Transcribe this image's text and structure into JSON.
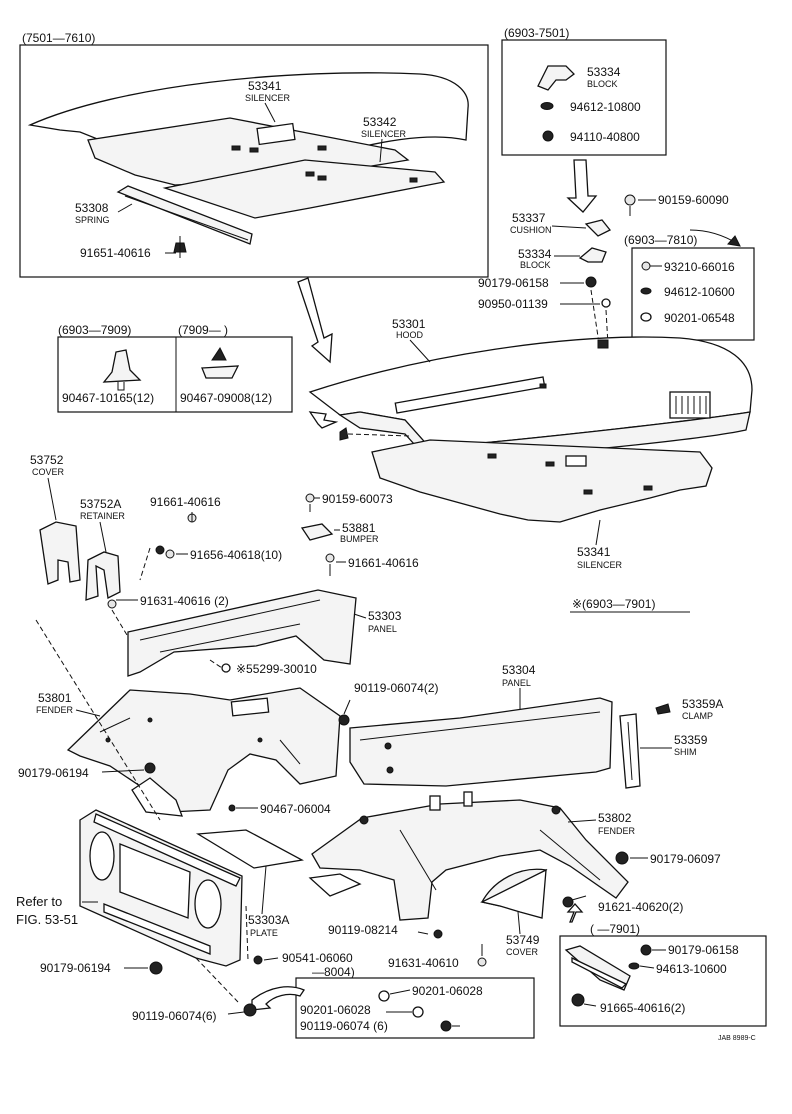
{
  "labels": {
    "range_7501_7610": "(7501—7610)",
    "range_6903_7501": "(6903-7501)",
    "range_6903_7810": "(6903—7810)",
    "range_6903_7909": "(6903—7909)",
    "range_7909": "(7909—       )",
    "range_6903_7901_star": "※(6903—7901)",
    "range_7901": "(        —7901)",
    "range_8004": "—8004)",
    "p53341_top": "53341",
    "p53341_top_sub": "SILENCER",
    "p53342": "53342",
    "p53342_sub": "SILENCER",
    "p53308": "53308",
    "p53308_sub": "SPRING",
    "p91651": "91651-40616",
    "p53334_box": "53334",
    "p53334_box_sub": "BLOCK",
    "p94612_10800": "94612-10800",
    "p94110": "94110-40800",
    "p90159_60090": "90159-60090",
    "p53337": "53337",
    "p53337_sub": "CUSHION",
    "p53334": "53334",
    "p53334_sub": "BLOCK",
    "p93210": "93210-66016",
    "p94612_10600": "94612-10600",
    "p90201_06548": "90201-06548",
    "p90179_06158": "90179-06158",
    "p90950": "90950-01139",
    "p53301": "53301",
    "p53301_sub": "HOOD",
    "p90467_10165": "90467-10165(12)",
    "p90467_09008": "90467-09008(12)",
    "p53752": "53752",
    "p53752_sub": "COVER",
    "p53752A": "53752A",
    "p53752A_sub": "RETAINER",
    "p91661_a": "91661-40616",
    "p90159_60073": "90159-60073",
    "p53881": "53881",
    "p53881_sub": "BUMPER",
    "p91656": "91656-40618(10)",
    "p91661_b": "91661-40616",
    "p53341_bot": "53341",
    "p53341_bot_sub": "SILENCER",
    "p91631_2": "91631-40616 (2)",
    "p53303": "53303",
    "p53303_sub": "PANEL",
    "p55299": "※55299-30010",
    "p53304": "53304",
    "p53304_sub": "PANEL",
    "p53801": "53801",
    "p53801_sub": "FENDER",
    "p90119_06074_2": "90119-06074(2)",
    "p53359A": "53359A",
    "p53359A_sub": "CLAMP",
    "p53359": "53359",
    "p53359_sub": "SHIM",
    "p90179_06194_a": "90179-06194",
    "p90467_06004": "90467-06004",
    "p53802": "53802",
    "p53802_sub": "FENDER",
    "p90179_06097": "90179-06097",
    "refer_1": "Refer to",
    "refer_2": "FIG. 53-51",
    "p53303A": "53303A",
    "p53303A_sub": "PLATE",
    "p91621": "91621-40620(2)",
    "p90119_08214": "90119-08214",
    "p53749": "53749",
    "p53749_sub": "COVER",
    "p90179_06158_b": "90179-06158",
    "p91631_40610": "91631-40610",
    "p94613": "94613-10600",
    "p90179_06194_b": "90179-06194",
    "p90541": "90541-06060",
    "p90201_06028_a": "90201-06028",
    "p90201_06028_b": "90201-06028",
    "p90119_06074_6a": "90119-06074 (6)",
    "p90119_06074_6b": "90119-06074(6)",
    "p91665": "91665-40616(2)",
    "footer_code": "JAB 8989-C"
  }
}
